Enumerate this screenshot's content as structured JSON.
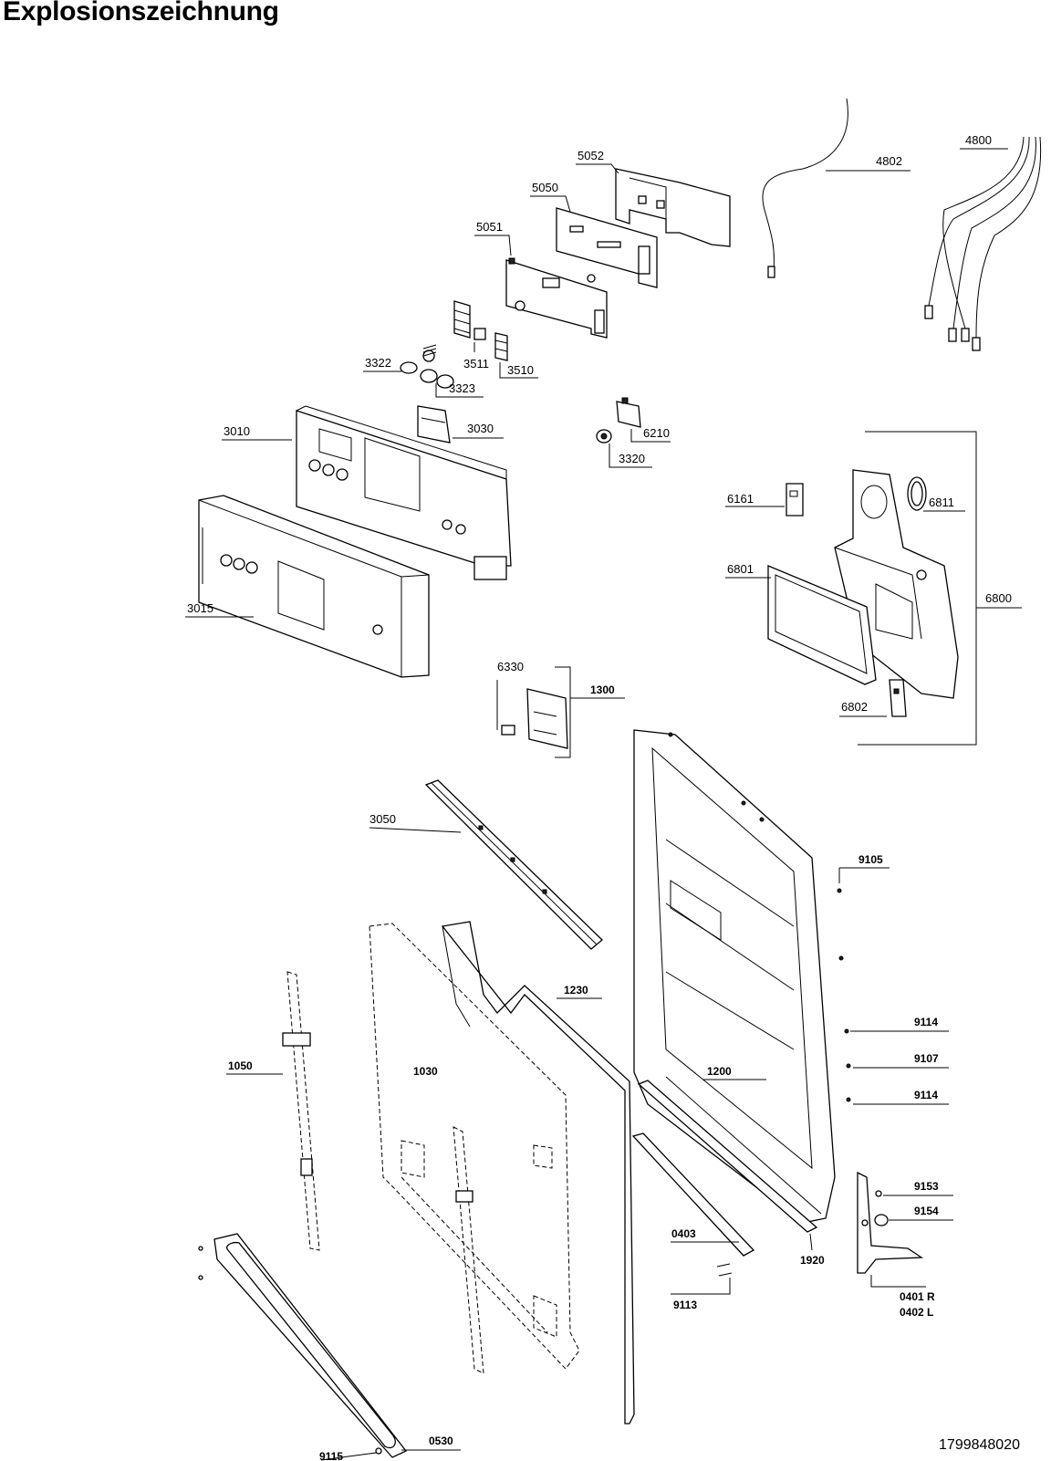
{
  "title": "Explosionszeichnung",
  "document_number": "1799848020",
  "parts": {
    "p4802": "4802",
    "p4800": "4800",
    "p5052": "5052",
    "p5050": "5050",
    "p5051": "5051",
    "p3322": "3322",
    "p3511": "3511",
    "p3323": "3323",
    "p3510": "3510",
    "p3010": "3010",
    "p3030": "3030",
    "p6210": "6210",
    "p3320": "3320",
    "p6161": "6161",
    "p6811": "6811",
    "p6801": "6801",
    "p6800": "6800",
    "p6802": "6802",
    "p3015": "3015",
    "p6330": "6330",
    "p1300": "1300",
    "p3050": "3050",
    "p9105": "9105",
    "p1230": "1230",
    "p1050": "1050",
    "p1030": "1030",
    "p1200": "1200",
    "p9114a": "9114",
    "p9107": "9107",
    "p9114b": "9114",
    "p9153": "9153",
    "p9154": "9154",
    "p0403": "0403",
    "p1920": "1920",
    "p0401": "0401 R",
    "p0402": "0402 L",
    "p9113": "9113",
    "p0530": "0530",
    "p9115": "9115"
  }
}
